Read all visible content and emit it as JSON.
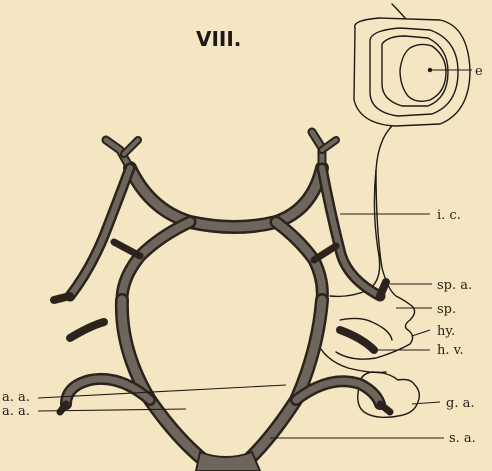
{
  "figure": {
    "title": "VIII.",
    "labels": {
      "e": "e",
      "ic": "i. c.",
      "spa": "sp. a.",
      "sp": "sp.",
      "hy": "hy.",
      "hv": "h. v.",
      "aa_upper": "a. a.",
      "aa_lower": "a. a.",
      "ga": "g. a.",
      "sa": "s. a."
    }
  }
}
